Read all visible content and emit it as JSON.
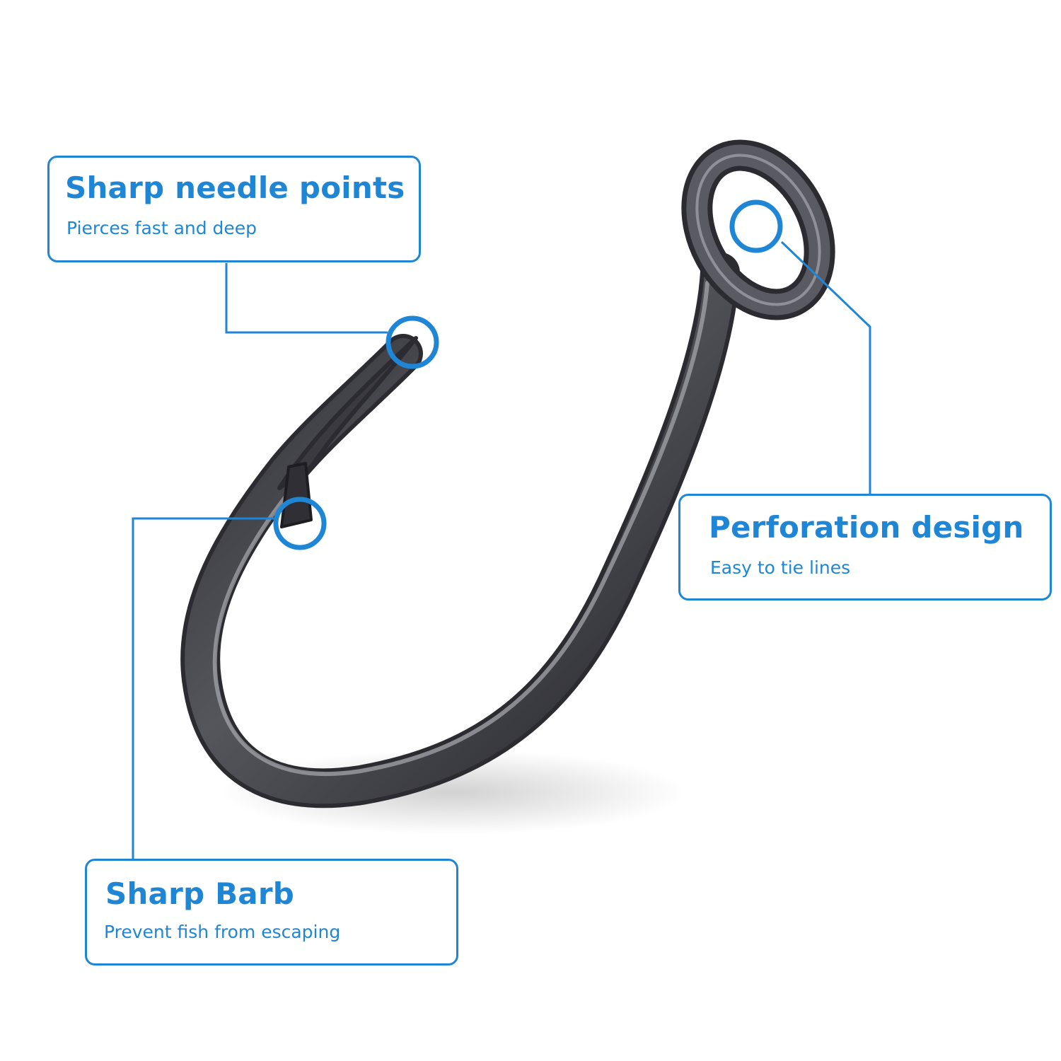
{
  "colors": {
    "accent": "#1f86d6",
    "hook_metal": "#3a3a40",
    "background": "#ffffff"
  },
  "callouts": {
    "needle": {
      "title": "Sharp needle points",
      "subtitle": "Pierces fast and deep"
    },
    "perforation": {
      "title": "Perforation design",
      "subtitle": "Easy to tie lines"
    },
    "barb": {
      "title": "Sharp Barb",
      "subtitle": "Prevent fish from escaping"
    }
  }
}
